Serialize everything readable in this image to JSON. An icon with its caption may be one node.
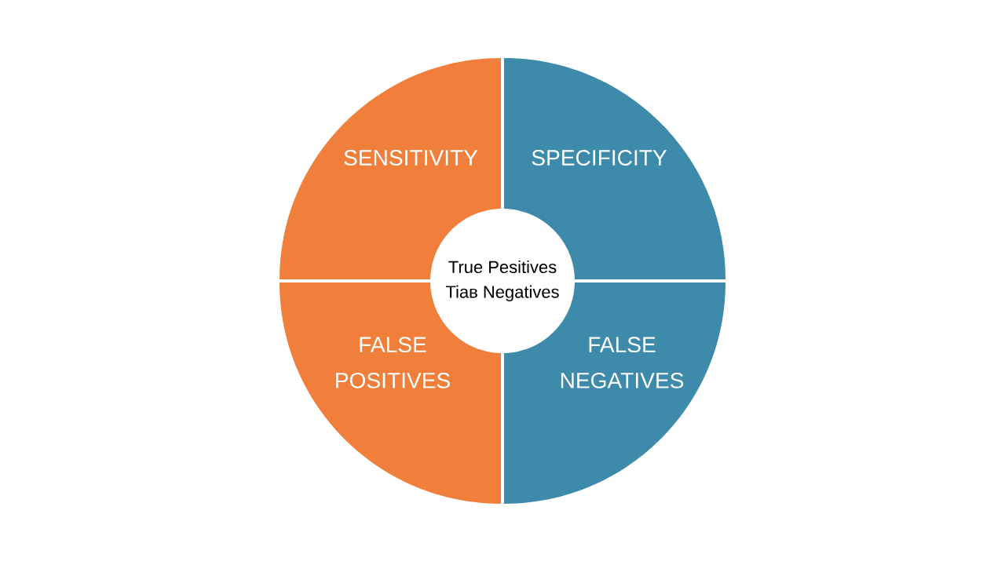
{
  "diagram": {
    "nodes": [
      {
        "text": [
          "SENSITIVITY"
        ]
      },
      {
        "text": [
          "SPECIFICITY"
        ]
      },
      {
        "text": [
          "FALSE POSITIVES"
        ]
      },
      {
        "text": [
          "FALSE NEGATIVES"
        ]
      },
      {
        "text": [
          "True Pesitives",
          "Tiaв Negatives"
        ]
      }
    ]
  }
}
